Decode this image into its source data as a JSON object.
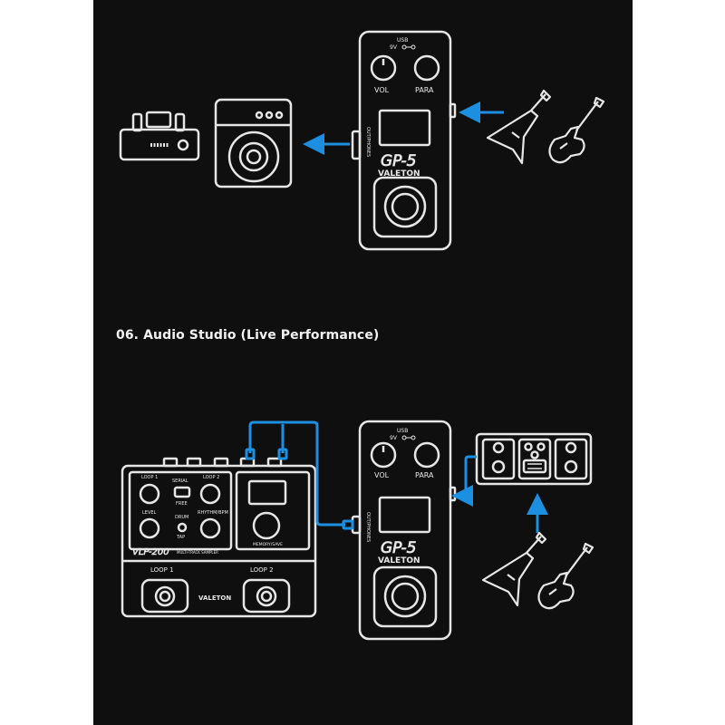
{
  "section_heading": "06. Audio Studio (Live Performance)",
  "pedal": {
    "usb_label": "USB",
    "power_label": "9V",
    "vol_label": "VOL",
    "para_label": "PARA",
    "model": "GP-5",
    "brand": "VALETON",
    "side_jack_label": "OUT/PHONES"
  },
  "looper": {
    "loop1_label": "LOOP 1",
    "serial_label": "SERIAL",
    "loop2_label": "LOOP 2",
    "free_label": "FREE",
    "level_label": "LEVEL",
    "drum_label": "DRUM",
    "rhythm_label": "RHYTHM/BPM",
    "tap_label": "TAP",
    "model": "VLP-200",
    "subtitle": "MULTI-TRACK SAMPLER",
    "memory_label": "MEMORY/SAVE",
    "foot1_label": "LOOP 1",
    "foot2_label": "LOOP 2",
    "brand": "VALETON"
  },
  "colors": {
    "background": "#0f0f0f",
    "line": "#e6e6e6",
    "accent": "#1d8fe0"
  }
}
